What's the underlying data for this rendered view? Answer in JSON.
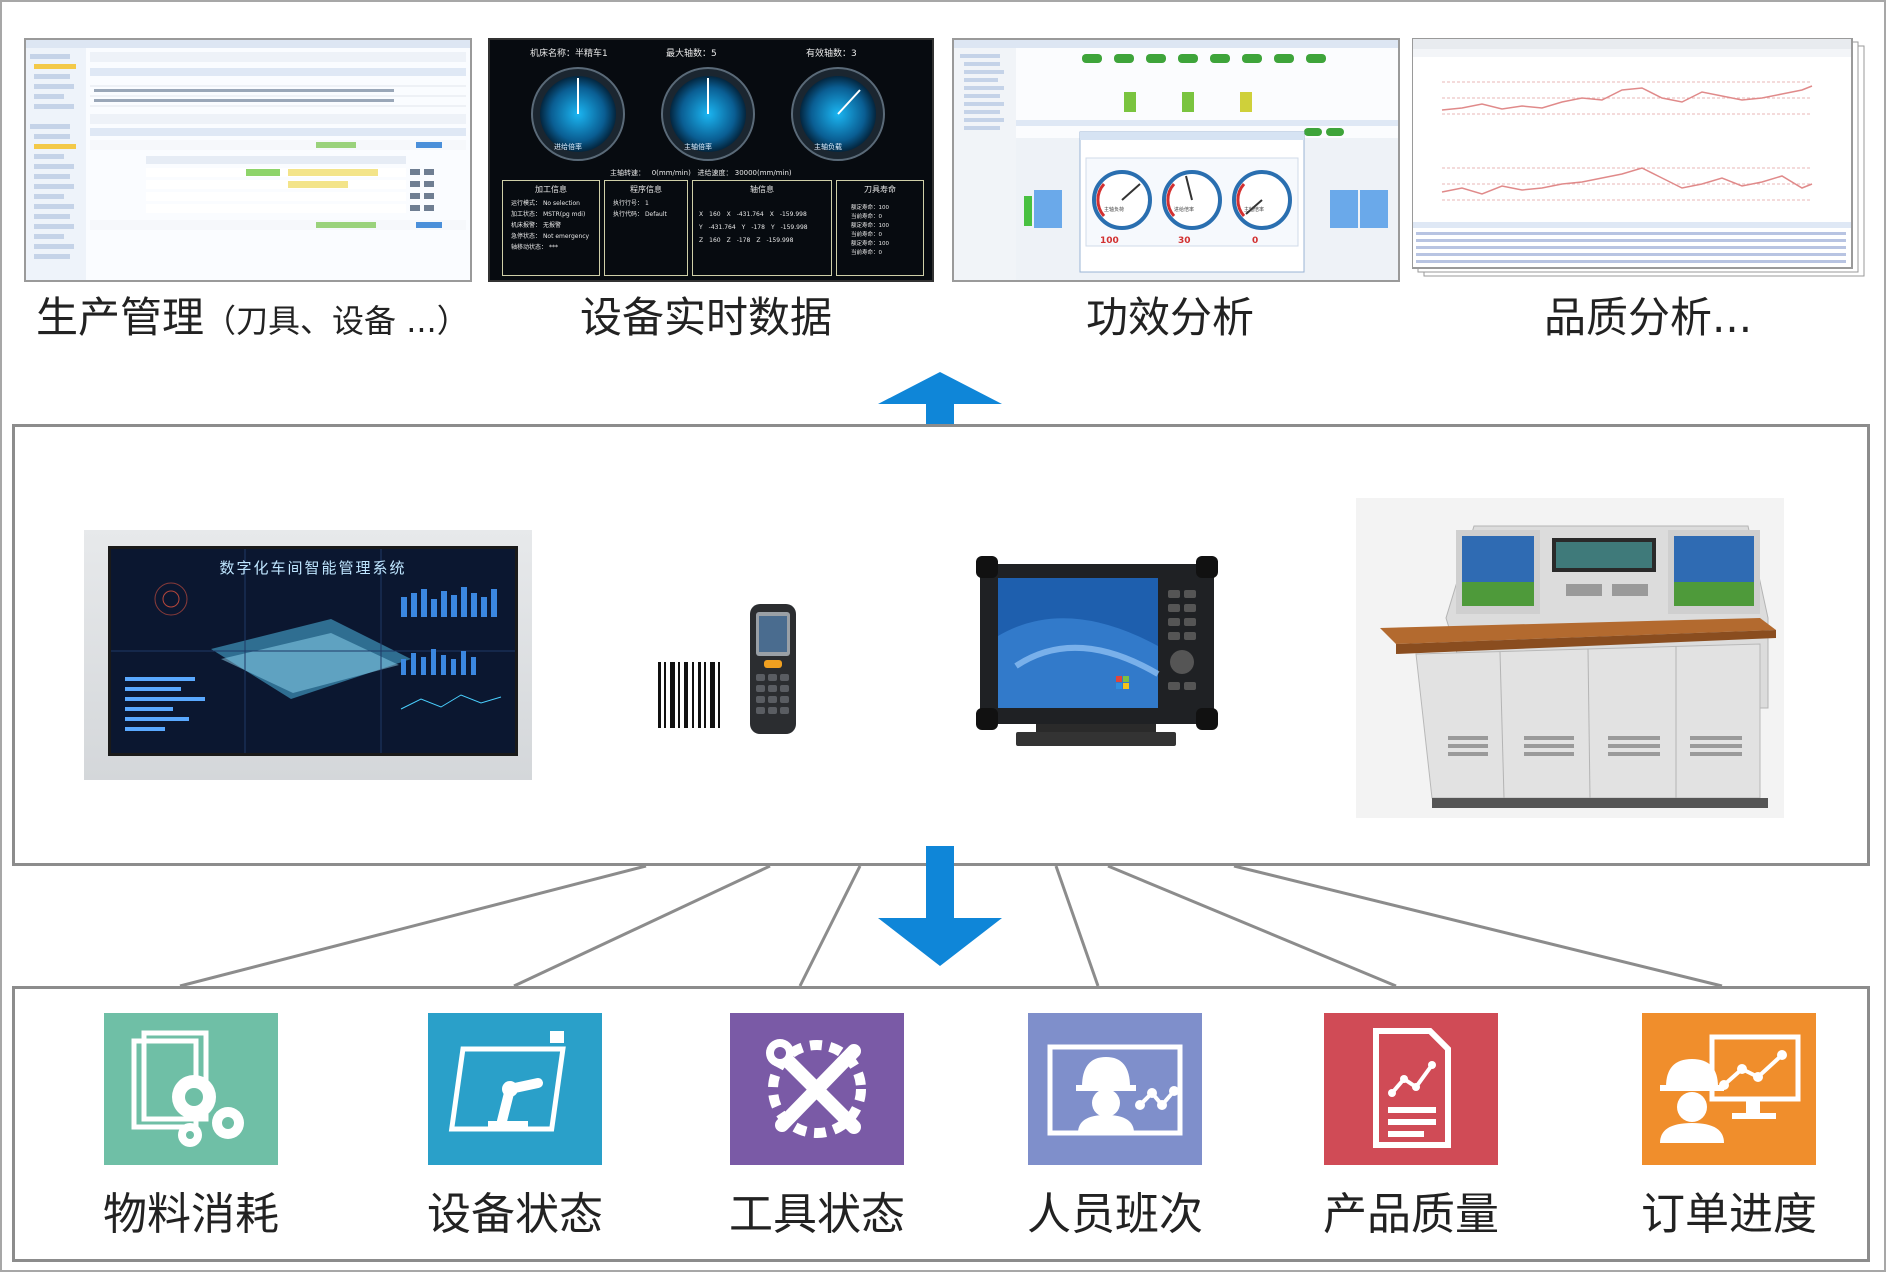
{
  "top_modules": [
    {
      "main": "生产管理",
      "sub": "（刀具、设备 ...）"
    },
    {
      "main": "设备实时数据",
      "sub": ""
    },
    {
      "main": "功效分析",
      "sub": ""
    },
    {
      "main": "品质分析...",
      "sub": ""
    }
  ],
  "device_screen": {
    "header": [
      {
        "label": "机床名称：",
        "value": "半精车1"
      },
      {
        "label": "最大轴数：",
        "value": "5"
      },
      {
        "label": "有效轴数：",
        "value": "3"
      }
    ],
    "gauges": [
      "进给倍率",
      "主轴倍率",
      "主轴负载"
    ],
    "spindle_speed_label": "主轴转速：",
    "spindle_speed_value": "0(mm/min)",
    "feed_speed_label": "进给速度：",
    "feed_speed_value": "30000(mm/min)",
    "info_boxes": [
      "加工信息",
      "程序信息",
      "轴信息",
      "刀具寿命"
    ],
    "process_rows": [
      {
        "k": "运行模式：",
        "v": "No selection"
      },
      {
        "k": "加工状态：",
        "v": "MSTR(pg mdi)"
      },
      {
        "k": "机床报警：",
        "v": "无报警"
      },
      {
        "k": "急停状态：",
        "v": "Not emergency"
      },
      {
        "k": "轴移动状态：",
        "v": "***"
      }
    ],
    "program_rows": [
      {
        "k": "执行行号：",
        "v": "1"
      },
      {
        "k": "执行代码：",
        "v": "Default"
      }
    ],
    "axis_rows": [
      [
        "X",
        "160",
        "X",
        "-431.764",
        "X",
        "-159.998"
      ],
      [
        "Y",
        "-431.764",
        "Y",
        "-178",
        "Y",
        "-159.998"
      ],
      [
        "Z",
        "160",
        "Z",
        "-178",
        "Z",
        "-159.998"
      ]
    ],
    "tool_rows": [
      "额定寿命：100",
      "当前寿命：0",
      "额定寿命：100",
      "当前寿命：0",
      "额定寿命：100",
      "当前寿命：0"
    ]
  },
  "efficiency_gauges": [
    {
      "label": "主轴负荷",
      "value": "100"
    },
    {
      "label": "进给倍率",
      "value": "30"
    },
    {
      "label": "主轴倍率",
      "value": "0"
    }
  ],
  "bigscreen_title": "数字化车间智能管理系统",
  "bottom_items": [
    {
      "label": "物料消耗",
      "color": "#6fbfa6",
      "icon": "materials-gears-icon"
    },
    {
      "label": "设备状态",
      "color": "#2aa0c9",
      "icon": "robot-arm-icon"
    },
    {
      "label": "工具状态",
      "color": "#7a5aa6",
      "icon": "tools-wrench-icon"
    },
    {
      "label": "人员班次",
      "color": "#7f8fcb",
      "icon": "worker-shift-icon"
    },
    {
      "label": "产品质量",
      "color": "#d04b56",
      "icon": "quality-report-icon"
    },
    {
      "label": "订单进度",
      "color": "#f08e2c",
      "icon": "order-progress-icon"
    }
  ],
  "colors": {
    "arrow": "#0f86d8",
    "panel_border": "#8c8c8c"
  }
}
